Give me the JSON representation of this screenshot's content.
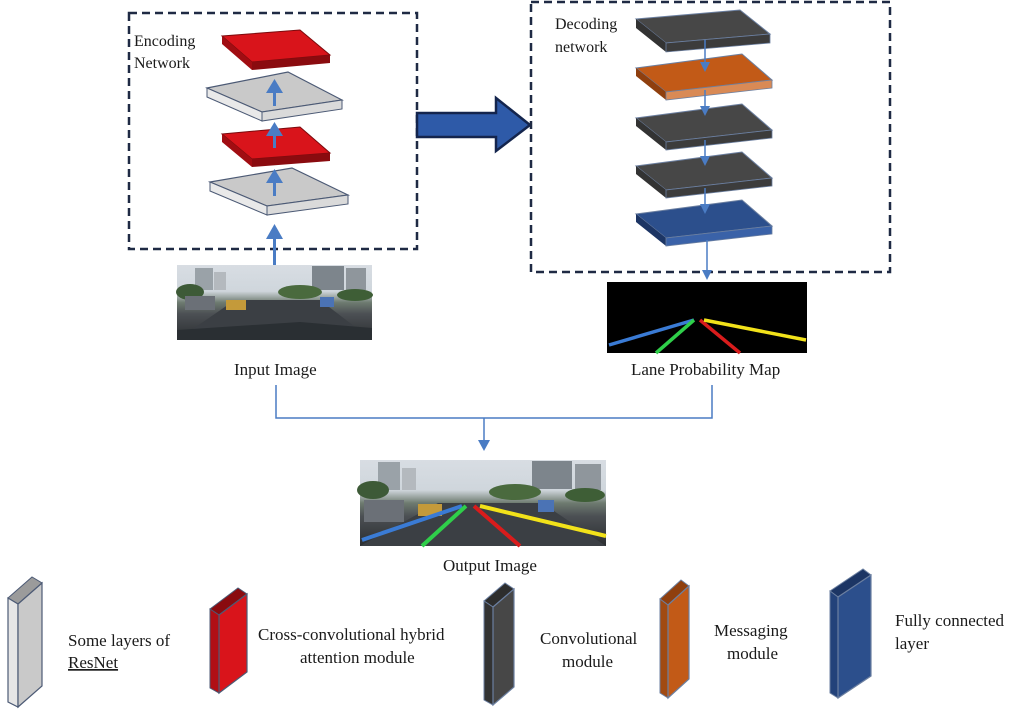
{
  "encoder": {
    "title_line1": "Encoding",
    "title_line2": "Network"
  },
  "decoder": {
    "title_line1": "Decoding",
    "title_line2": "network"
  },
  "images": {
    "input_label": "Input Image",
    "prob_map_label": "Lane Probability Map",
    "output_label": "Output Image"
  },
  "legend": {
    "resnet_line1": "Some layers of",
    "resnet_line2": "ResNet",
    "hybrid_line1": "Cross-convolutional hybrid",
    "hybrid_line2": "attention module",
    "conv_line1": "Convolutional",
    "conv_line2": "module",
    "msg_line1": "Messaging",
    "msg_line2": "module",
    "fc_line1": "Fully connected",
    "fc_line2": "layer"
  },
  "colors": {
    "resnet_gray": "#c9c9c9",
    "hybrid_red": "#d9141b",
    "conv_dark": "#474747",
    "messaging_orange": "#c25a17",
    "fc_blue": "#2c4f8c",
    "box_border": "#1f2a44",
    "arrow_blue": "#4a7cc4"
  }
}
